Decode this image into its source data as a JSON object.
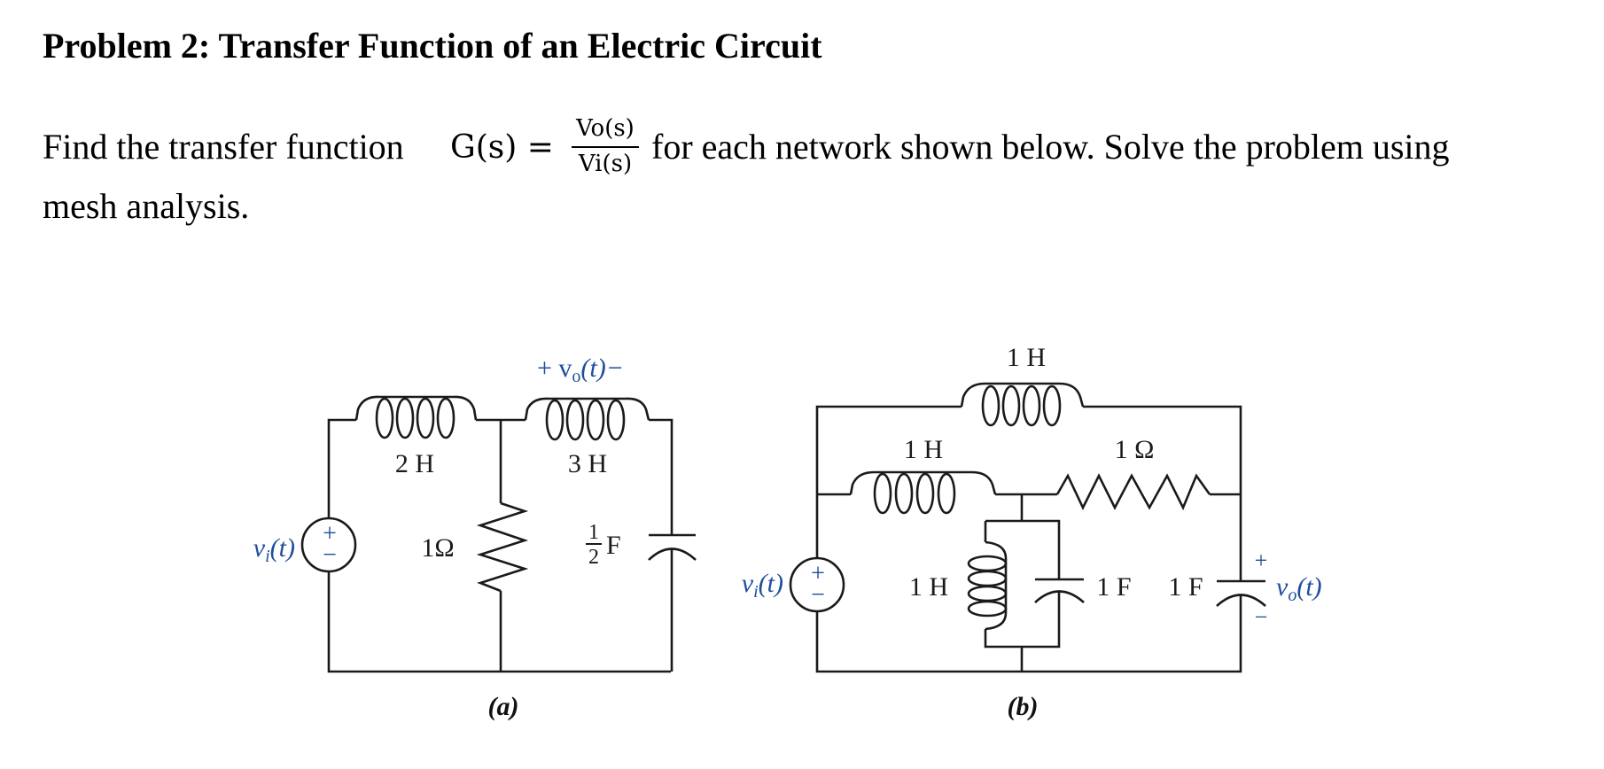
{
  "heading": "Problem 2: Transfer Function of an Electric Circuit",
  "instruction": {
    "prefix": "Find the transfer function ",
    "lhs": "G(s) = ",
    "fraction_numerator": "Vo(s)",
    "fraction_denominator": "Vi(s)",
    "suffix": " for each network shown below. Solve the problem using",
    "line2": "mesh analysis."
  },
  "circuit_a": {
    "caption": "(a)",
    "source_label": "v",
    "source_sub": "i",
    "source_tail": "(t)",
    "source_sign_plus": "+",
    "source_sign_minus": "−",
    "output_label": "+ v",
    "output_sub": "o",
    "output_tail": "(t)−",
    "inductor_1": "2 H",
    "inductor_2": "3 H",
    "resistor": "1Ω",
    "capacitor_num": "1",
    "capacitor_den": "2",
    "capacitor_unit": "F"
  },
  "circuit_b": {
    "caption": "(b)",
    "source_label": "v",
    "source_sub": "i",
    "source_tail": "(t)",
    "source_sign_plus": "+",
    "source_sign_minus": "−",
    "top_inductor": "1 H",
    "middle_inductor": "1 H",
    "resistor": "1 Ω",
    "shunt_inductor": "1 H",
    "shunt_capacitor": "1 F",
    "output_capacitor": "1 F",
    "output_plus": "+",
    "output_minus": "−",
    "output_label": "v",
    "output_sub": "o",
    "output_tail": "(t)"
  },
  "colors": {
    "text": "#000000",
    "label_blue": "#1f4e9c",
    "wire": "#1a1a1a"
  }
}
